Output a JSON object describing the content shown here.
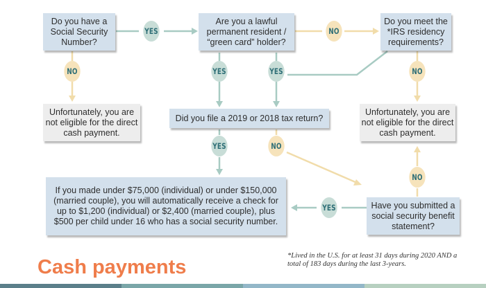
{
  "colors": {
    "yes_pill": "#c8ddd7",
    "no_pill": "#f6e3bb",
    "pill_text": "#2f6f77",
    "question_box": "#d3e0ec",
    "result_box": "#ededed",
    "yes_line": "#a8cbc3",
    "no_line": "#f1dcaa",
    "title": "#ef7d4b",
    "bottom_bar": [
      "#5b7f8a",
      "#7aa6a8",
      "#93b7c8",
      "#b7d0c0"
    ]
  },
  "boxes": {
    "ssn_question": "Do you have a Social Security Number?",
    "green_card_question": "Are you a lawful permanent resident / “green card” holder?",
    "irs_residency_question": "Do you meet the *IRS residency requirements?",
    "not_eligible_left": "Unfortunately, you are not eligible for the direct cash payment.",
    "tax_return_question": "Did you file a 2019 or 2018 tax return?",
    "not_eligible_right": "Unfortunately, you are not eligible for the direct cash payment.",
    "payment_result": "If you made under $75,000 (individual) or under $150,000 (married couple), you will automatically receive a check for up to $1,200 (individual) or $2,400 (married couple), plus $500 per child under 16 who has a social security number.",
    "benefit_statement_question": "Have you submitted a social security benefit statement?"
  },
  "labels": {
    "yes": "YES",
    "no": "NO"
  },
  "footnote": "*Lived in the U.S. for at least 31 days during 2020 AND a total of 183 days during the last 3-years.",
  "title": "Cash payments"
}
